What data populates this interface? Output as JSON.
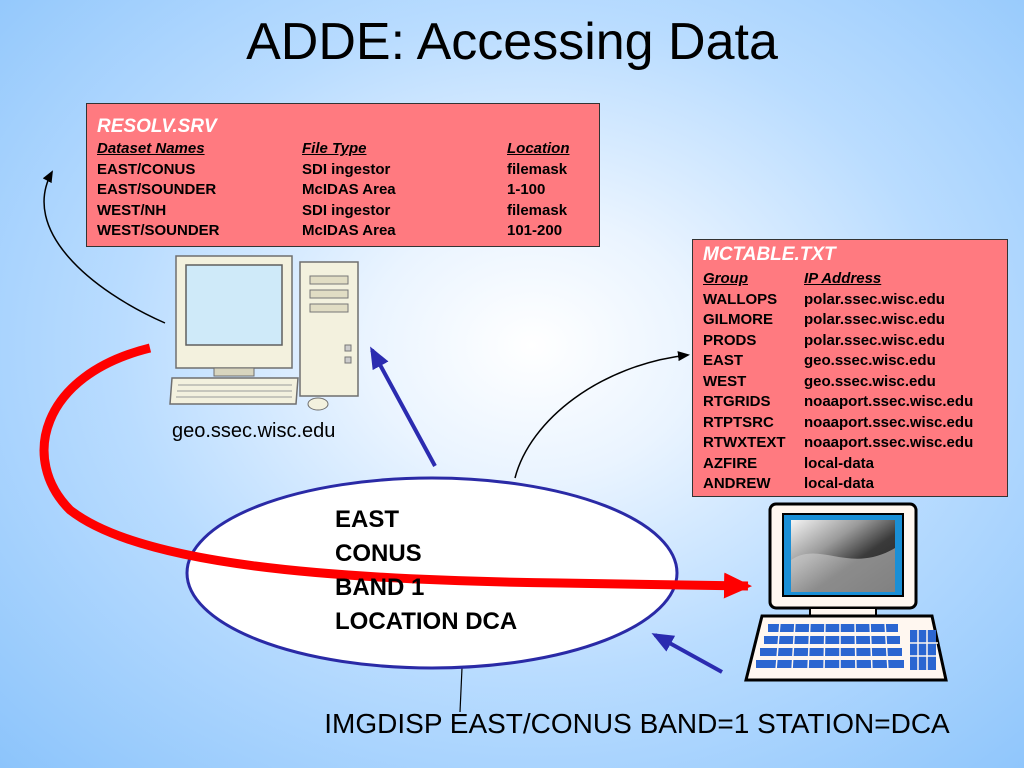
{
  "title": "ADDE: Accessing Data",
  "resolv": {
    "heading": "RESOLV.SRV",
    "columns": [
      "Dataset Names",
      "File Type",
      "Location"
    ],
    "rows": [
      [
        "EAST/CONUS",
        "SDI ingestor",
        "filemask"
      ],
      [
        "EAST/SOUNDER",
        "McIDAS Area",
        "1-100"
      ],
      [
        "WEST/NH",
        "SDI ingestor",
        "filemask"
      ],
      [
        "WEST/SOUNDER",
        "McIDAS Area",
        "101-200"
      ]
    ]
  },
  "mctable": {
    "heading": "MCTABLE.TXT",
    "columns": [
      "Group",
      "IP Address"
    ],
    "rows": [
      [
        "WALLOPS",
        "polar.ssec.wisc.edu"
      ],
      [
        "GILMORE",
        "polar.ssec.wisc.edu"
      ],
      [
        "PRODS",
        "polar.ssec.wisc.edu"
      ],
      [
        "EAST",
        "geo.ssec.wisc.edu"
      ],
      [
        "WEST",
        "geo.ssec.wisc.edu"
      ],
      [
        "RTGRIDS",
        "noaaport.ssec.wisc.edu"
      ],
      [
        "RTPTSRC",
        "noaaport.ssec.wisc.edu"
      ],
      [
        "RTWXTEXT",
        "noaaport.ssec.wisc.edu"
      ],
      [
        "AZFIRE",
        "local-data"
      ],
      [
        "ANDREW",
        "local-data"
      ]
    ]
  },
  "server_label": "geo.ssec.wisc.edu",
  "request_lines": [
    "EAST",
    "CONUS",
    "BAND 1",
    "LOCATION DCA"
  ],
  "command": "IMGDISP EAST/CONUS BAND=1 STATION=DCA",
  "colors": {
    "table_bg": "#ff7a80",
    "request_arrow": "#ff0000",
    "lookup_arrow": "#2b2bb0",
    "ellipse_border": "#2a2aa6"
  }
}
